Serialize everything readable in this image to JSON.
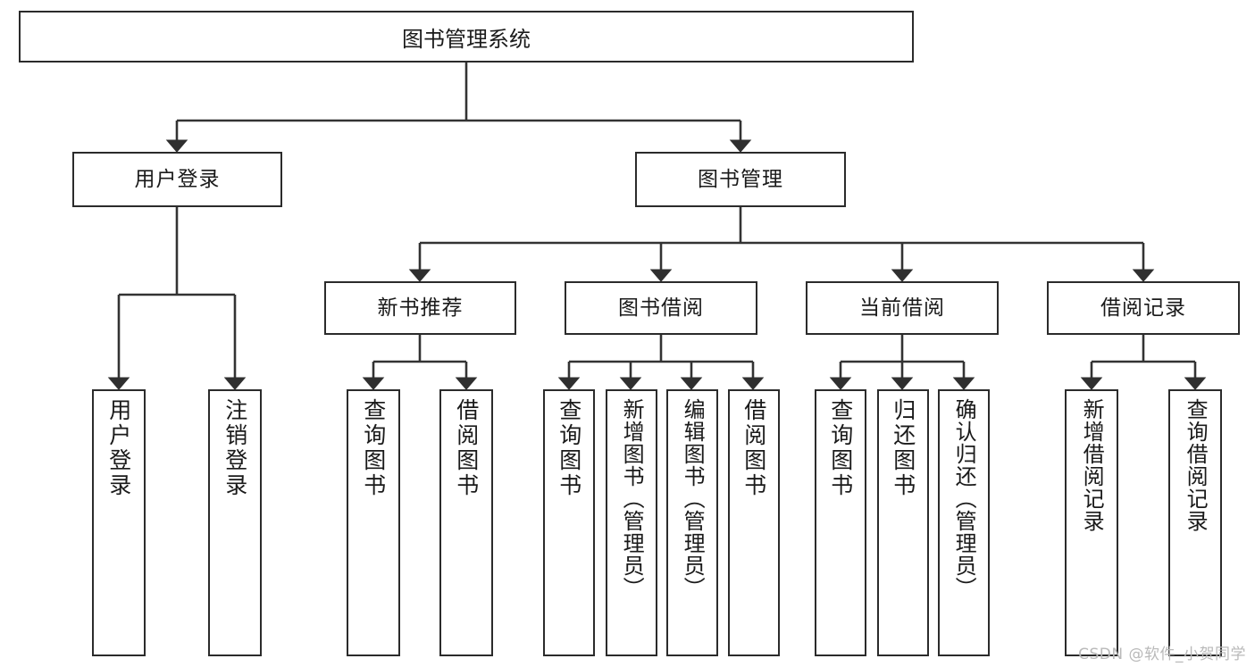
{
  "diagram": {
    "title": "图书管理系统",
    "type": "tree",
    "style": {
      "box_border": "#2b2b2b",
      "box_fill": "#ffffff",
      "line": "#333333",
      "text": "#1a1a1a",
      "background": "#ffffff",
      "watermark_color": "#b9b9b9"
    },
    "root": {
      "label": "图书管理系统"
    },
    "level2": [
      {
        "label": "用户登录"
      },
      {
        "label": "图书管理"
      }
    ],
    "level3": [
      {
        "label": "新书推荐"
      },
      {
        "label": "图书借阅"
      },
      {
        "label": "当前借阅"
      },
      {
        "label": "借阅记录"
      }
    ],
    "leaves": {
      "user_login": [
        {
          "label": "用户登录"
        },
        {
          "label": "注销登录"
        }
      ],
      "new_book": [
        {
          "label": "查询图书"
        },
        {
          "label": "借阅图书"
        }
      ],
      "borrow": [
        {
          "label": "查询图书"
        },
        {
          "label": "新增图书（管理员）"
        },
        {
          "label": "编辑图书（管理员）"
        },
        {
          "label": "借阅图书"
        }
      ],
      "current": [
        {
          "label": "查询图书"
        },
        {
          "label": "归还图书"
        },
        {
          "label": "确认归还（管理员）"
        }
      ],
      "records": [
        {
          "label": "新增借阅记录"
        },
        {
          "label": "查询借阅记录"
        }
      ]
    }
  },
  "watermark": {
    "text": "CSDN @软件_小贺同学"
  }
}
